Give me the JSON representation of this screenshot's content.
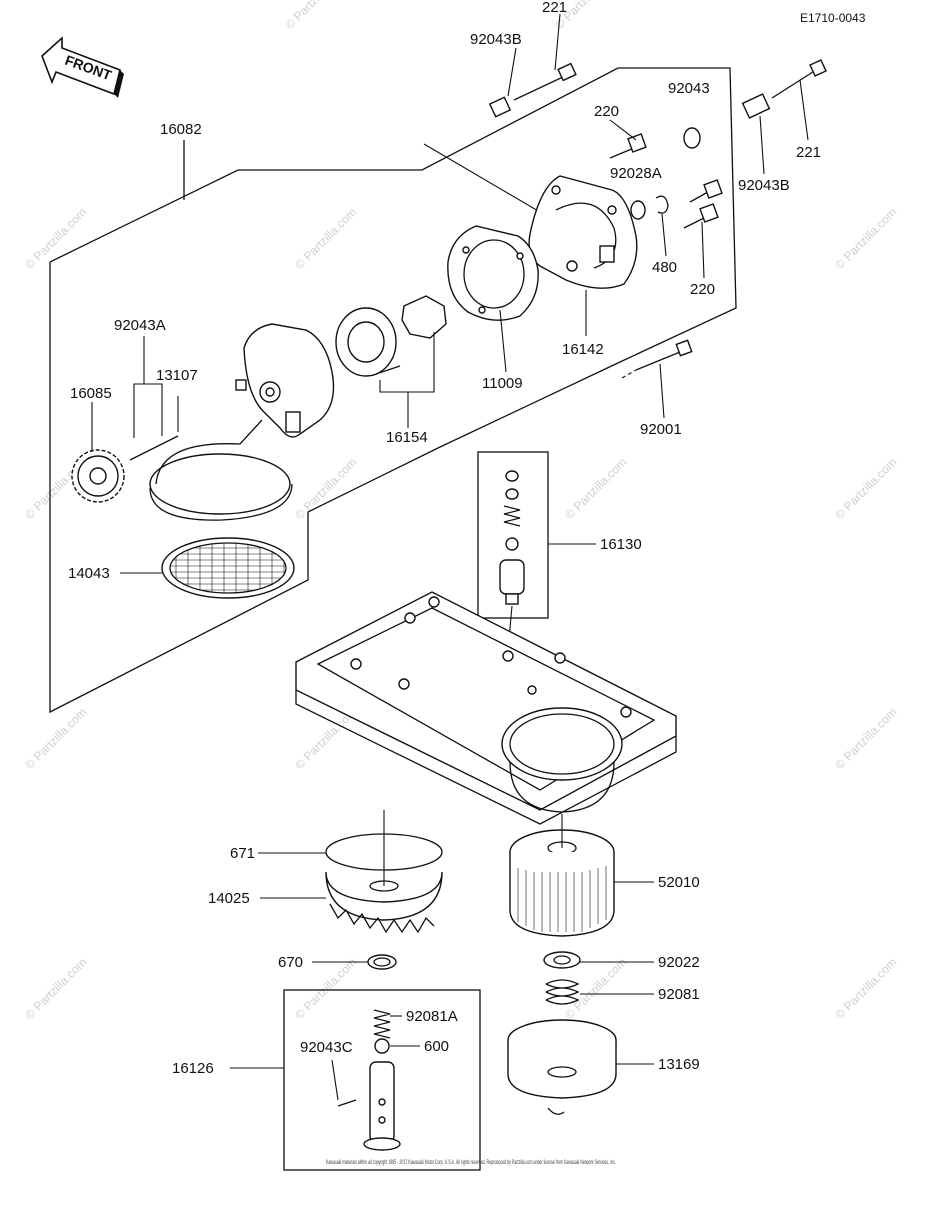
{
  "diagram": {
    "code": "E1710-0043",
    "front_label": "FRONT",
    "copyright_text": "Kawasaki materials within all copyright 1985 - 2017 Kawasaki Motor Corp. U.S.A. All rights reserved. Reproduced by Partzilla.com under license from Kawasaki Network Services, Inc.",
    "watermark": "© Partzilla.com",
    "callouts": [
      {
        "id": "221-top",
        "text": "221"
      },
      {
        "id": "92043b-top",
        "text": "92043B"
      },
      {
        "id": "16082",
        "text": "16082"
      },
      {
        "id": "220-top",
        "text": "220"
      },
      {
        "id": "92043",
        "text": "92043"
      },
      {
        "id": "221-right",
        "text": "221"
      },
      {
        "id": "92028a",
        "text": "92028A"
      },
      {
        "id": "92043b-right",
        "text": "92043B"
      },
      {
        "id": "480",
        "text": "480"
      },
      {
        "id": "220-right",
        "text": "220"
      },
      {
        "id": "16142",
        "text": "16142"
      },
      {
        "id": "92043a",
        "text": "92043A"
      },
      {
        "id": "13107",
        "text": "13107"
      },
      {
        "id": "16085",
        "text": "16085"
      },
      {
        "id": "11009",
        "text": "11009"
      },
      {
        "id": "16154",
        "text": "16154"
      },
      {
        "id": "92001",
        "text": "92001"
      },
      {
        "id": "16130",
        "text": "16130"
      },
      {
        "id": "14043",
        "text": "14043"
      },
      {
        "id": "671",
        "text": "671"
      },
      {
        "id": "52010",
        "text": "52010"
      },
      {
        "id": "14025",
        "text": "14025"
      },
      {
        "id": "670",
        "text": "670"
      },
      {
        "id": "92022",
        "text": "92022"
      },
      {
        "id": "92081",
        "text": "92081"
      },
      {
        "id": "92081a",
        "text": "92081A"
      },
      {
        "id": "92043c",
        "text": "92043C"
      },
      {
        "id": "600",
        "text": "600"
      },
      {
        "id": "16126",
        "text": "16126"
      },
      {
        "id": "13169",
        "text": "13169"
      }
    ]
  }
}
